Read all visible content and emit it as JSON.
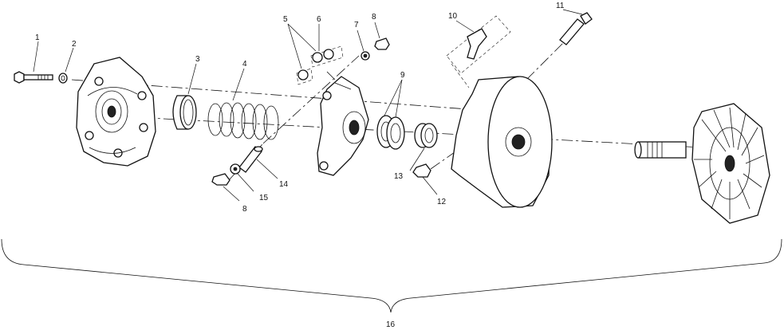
{
  "labels": {
    "p1": "1",
    "p2": "2",
    "p3": "3",
    "p4": "4",
    "p5": "5",
    "p6": "6",
    "p7": "7",
    "p8a": "8",
    "p8b": "8",
    "p9": "9",
    "p10": "10",
    "p11": "11",
    "p12": "12",
    "p13": "13",
    "p14": "14",
    "p15": "15",
    "p16": "16"
  }
}
